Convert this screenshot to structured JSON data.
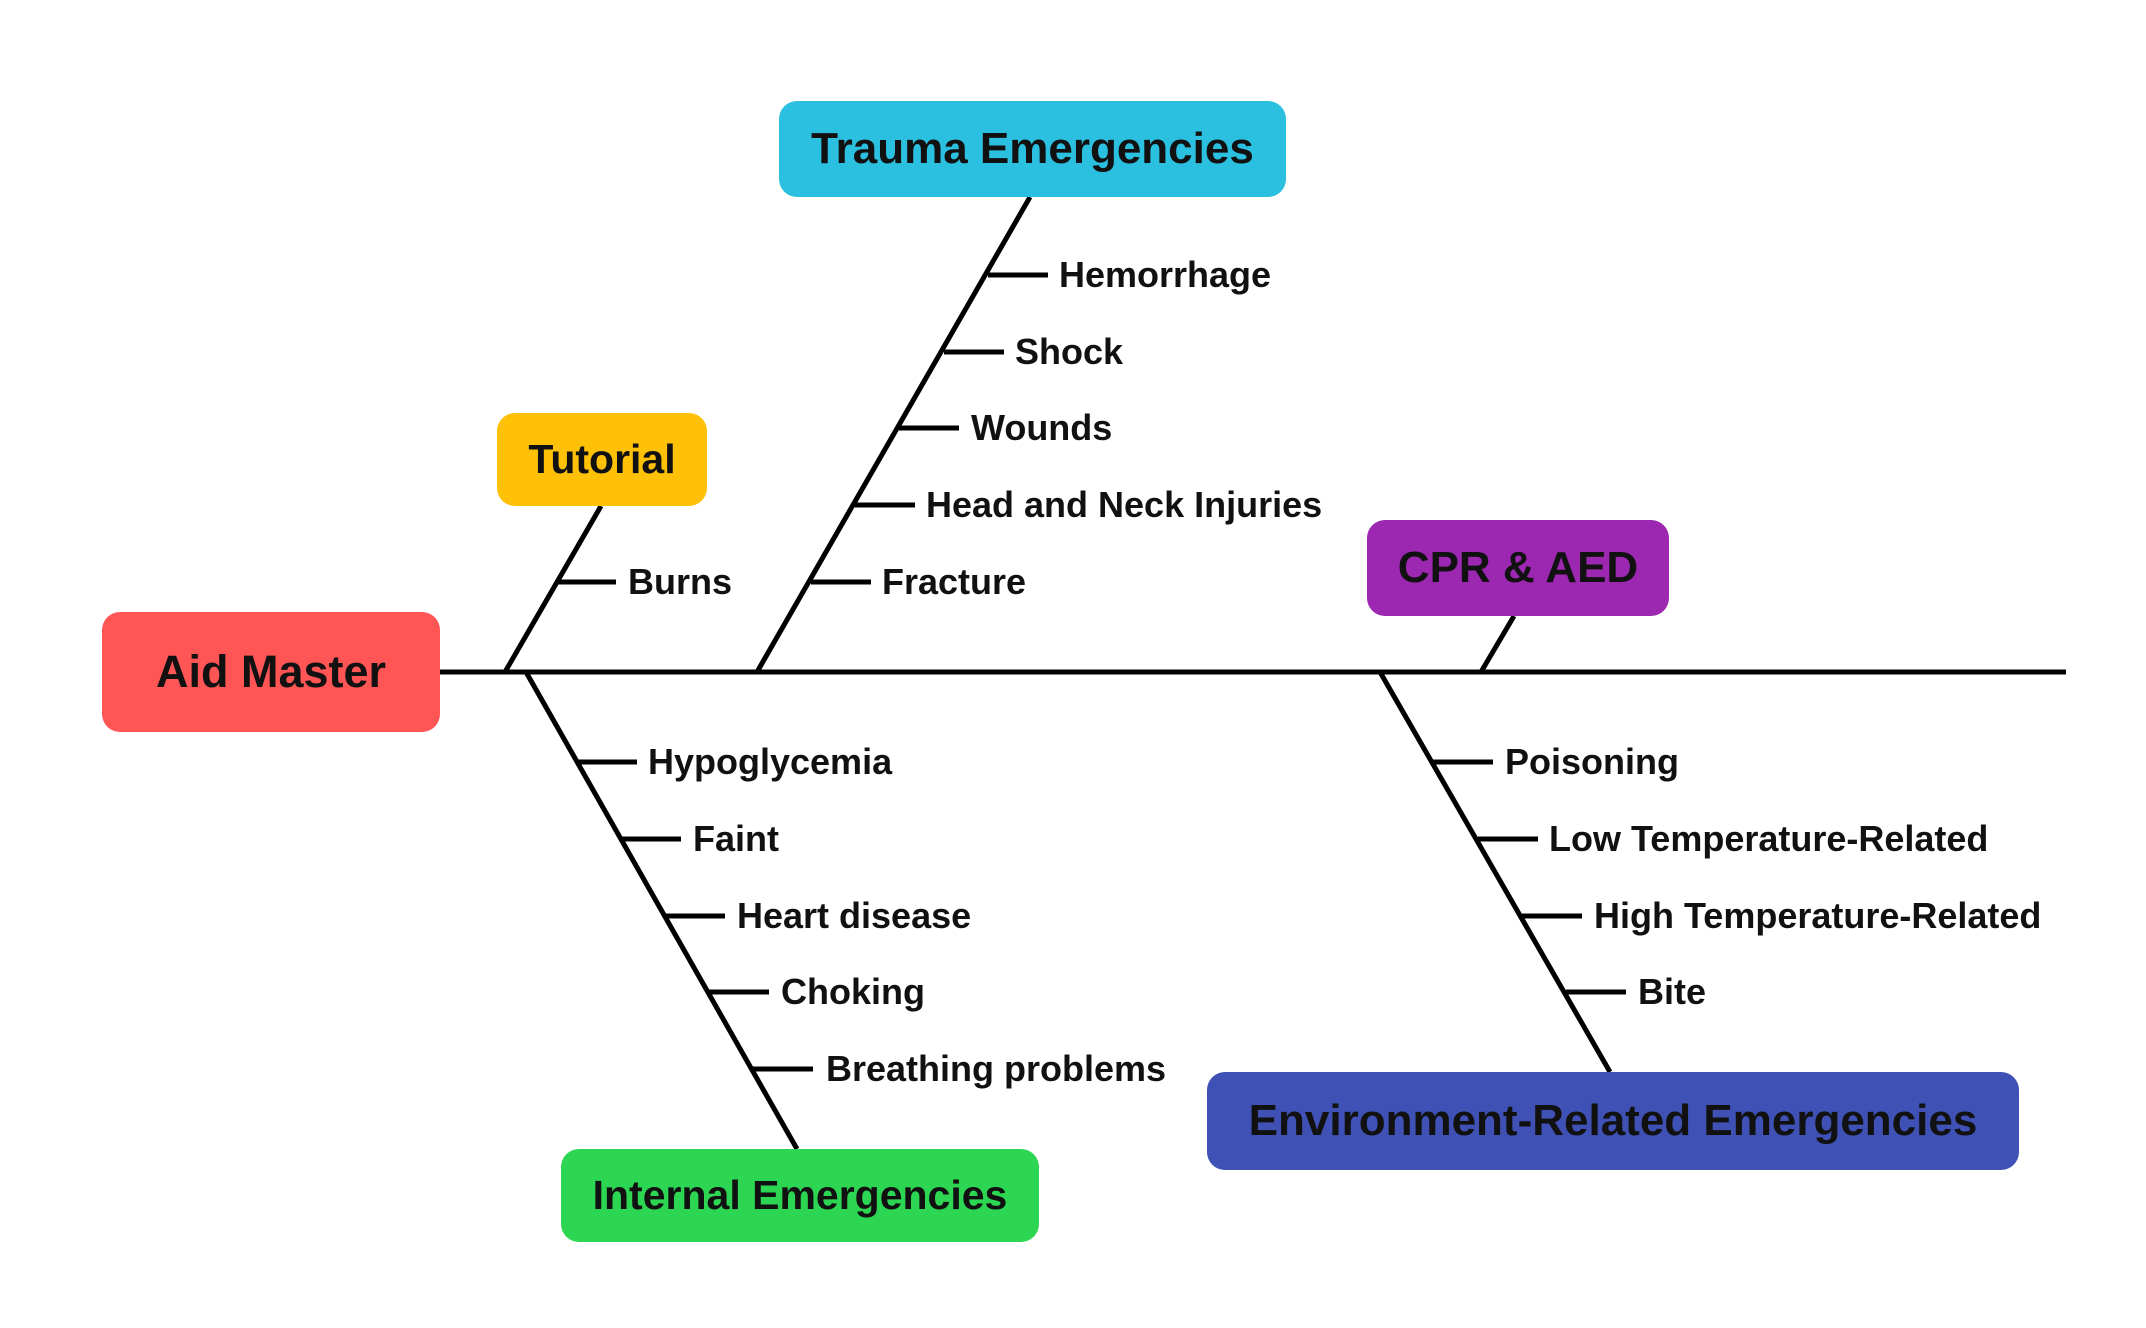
{
  "root": {
    "label": "Aid Master",
    "color": "#FF5555"
  },
  "categories": [
    {
      "id": "tutorial",
      "label": "Tutorial",
      "color": "#FFC107",
      "items": [
        "Burns"
      ]
    },
    {
      "id": "trauma",
      "label": "Trauma Emergencies",
      "color": "#2BBFE0",
      "items": [
        "Hemorrhage",
        "Shock",
        "Wounds",
        "Head and Neck Injuries",
        "Fracture"
      ]
    },
    {
      "id": "cpr",
      "label": "CPR & AED",
      "color": "#9C27B0",
      "items": []
    },
    {
      "id": "internal",
      "label": "Internal Emergencies",
      "color": "#2CD653",
      "items": [
        "Hypoglycemia",
        "Faint",
        "Heart disease",
        "Choking",
        "Breathing problems"
      ]
    },
    {
      "id": "environment",
      "label": "Environment-Related Emergencies",
      "color": "#3F51B5",
      "items": [
        "Poisoning",
        "Low Temperature-Related",
        "High Temperature-Related",
        "Bite"
      ]
    }
  ]
}
